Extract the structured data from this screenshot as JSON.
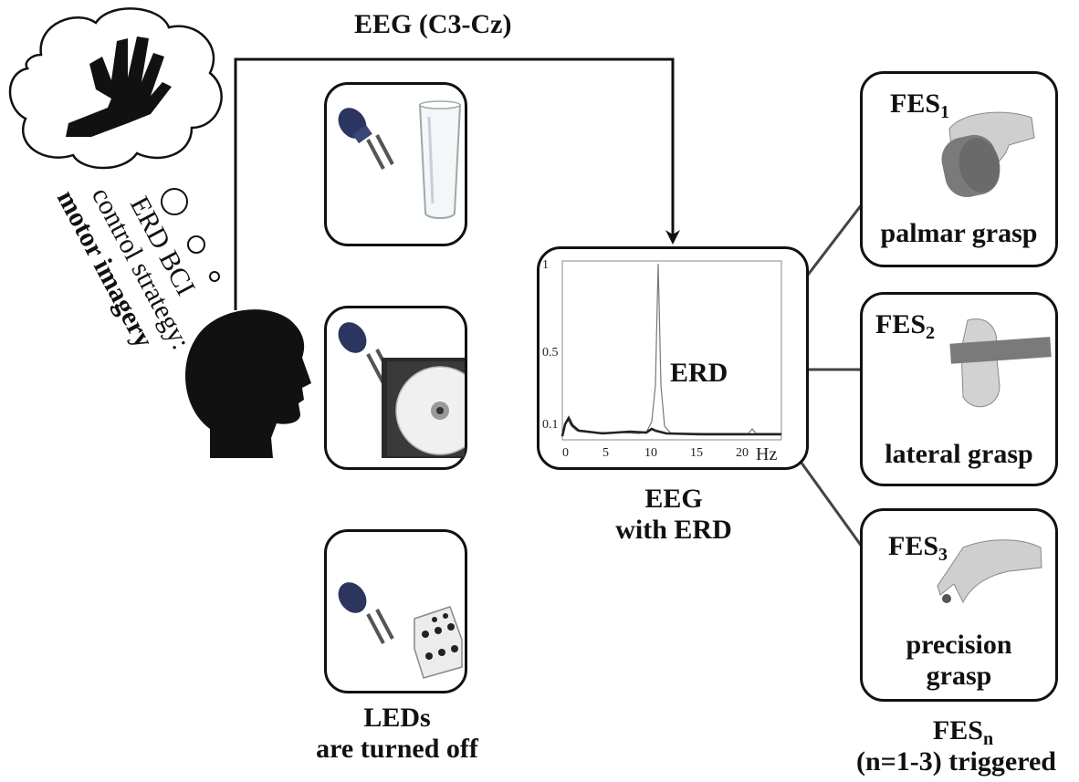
{
  "top_label": "EEG (C3-Cz)",
  "thought": {
    "line1": "ERD BCI",
    "line2": "control strategy:",
    "line3": "motor imagery"
  },
  "objects": [
    {
      "name": "led-and-glass"
    },
    {
      "name": "led-and-cd"
    },
    {
      "name": "led-and-dice"
    }
  ],
  "leds_caption": {
    "line1": "LEDs",
    "line2": "are turned off"
  },
  "eeg_plot": {
    "yticks": [
      "1",
      "0.5",
      "0.1"
    ],
    "xticks": [
      "0",
      "5",
      "10",
      "15",
      "20"
    ],
    "xunit": "Hz",
    "erd_label": "ERD",
    "caption_line1": "EEG",
    "caption_line2": "with ERD"
  },
  "fes": [
    {
      "base": "FES",
      "sub": "1",
      "caption": "palmar grasp"
    },
    {
      "base": "FES",
      "sub": "2",
      "caption": "lateral grasp"
    },
    {
      "base": "FES",
      "sub": "3",
      "caption_line1": "precision",
      "caption_line2": "grasp"
    }
  ],
  "fes_footer": {
    "base": "FES",
    "sub": "n",
    "line2": "(n=1-3) triggered"
  }
}
